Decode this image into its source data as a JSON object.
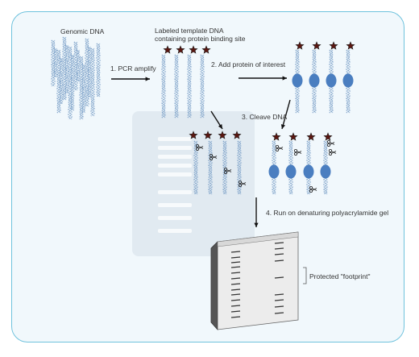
{
  "labels": {
    "genomic": "Genomic DNA",
    "template_line1": "Labeled template DNA",
    "template_line2": "containing protein binding site",
    "step1": "1. PCR amplify",
    "step2": "2. Add protein of interest",
    "step3": "3. Cleave DNA",
    "step4": "4. Run on denaturing polyacrylamide gel",
    "footprint": "Protected \"footprint\""
  },
  "colors": {
    "frame_border": "#6fc2dd",
    "background": "#f1f8fc",
    "dna": "#7a9fc7",
    "protein": "#4a7ec0",
    "star_fill": "#5a1610",
    "star_stroke": "#222222",
    "gel_band": "#333333"
  },
  "icons": [
    "star-label-icon",
    "protein-icon",
    "scissors-icon",
    "arrow-icon"
  ]
}
